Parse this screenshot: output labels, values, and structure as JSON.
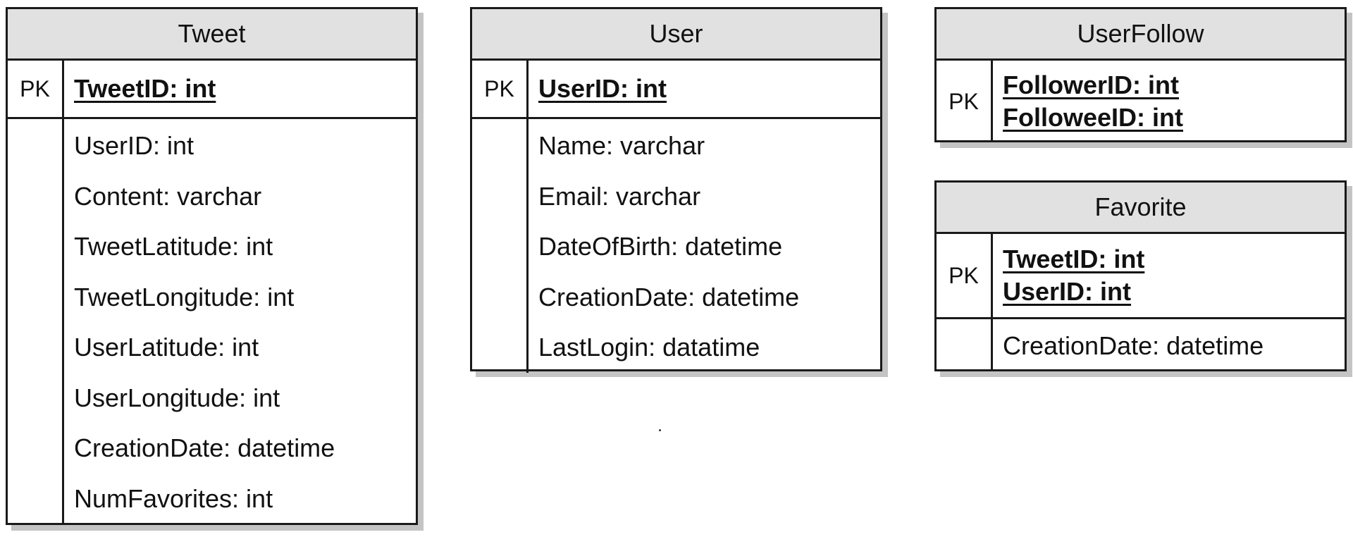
{
  "entities": {
    "tweet": {
      "name": "Tweet",
      "pk_label": "PK",
      "primary_keys": [
        "TweetID: int"
      ],
      "attributes": [
        "UserID: int",
        "Content: varchar",
        "TweetLatitude: int",
        "TweetLongitude: int",
        "UserLatitude: int",
        "UserLongitude: int",
        "CreationDate: datetime",
        "NumFavorites: int"
      ]
    },
    "user": {
      "name": "User",
      "pk_label": "PK",
      "primary_keys": [
        "UserID: int"
      ],
      "attributes": [
        "Name: varchar",
        "Email: varchar",
        "DateOfBirth: datetime",
        "CreationDate: datetime",
        "LastLogin: datatime"
      ]
    },
    "userfollow": {
      "name": "UserFollow",
      "pk_label": "PK",
      "primary_keys": [
        "FollowerID: int",
        "FolloweeID: int"
      ],
      "attributes": []
    },
    "favorite": {
      "name": "Favorite",
      "pk_label": "PK",
      "primary_keys": [
        "TweetID: int",
        "UserID: int"
      ],
      "attributes": [
        "CreationDate: datetime"
      ]
    }
  },
  "colors": {
    "header_fill": "#e1e1e1",
    "border": "#1a1a1a",
    "shadow": "#c4c4c4"
  }
}
